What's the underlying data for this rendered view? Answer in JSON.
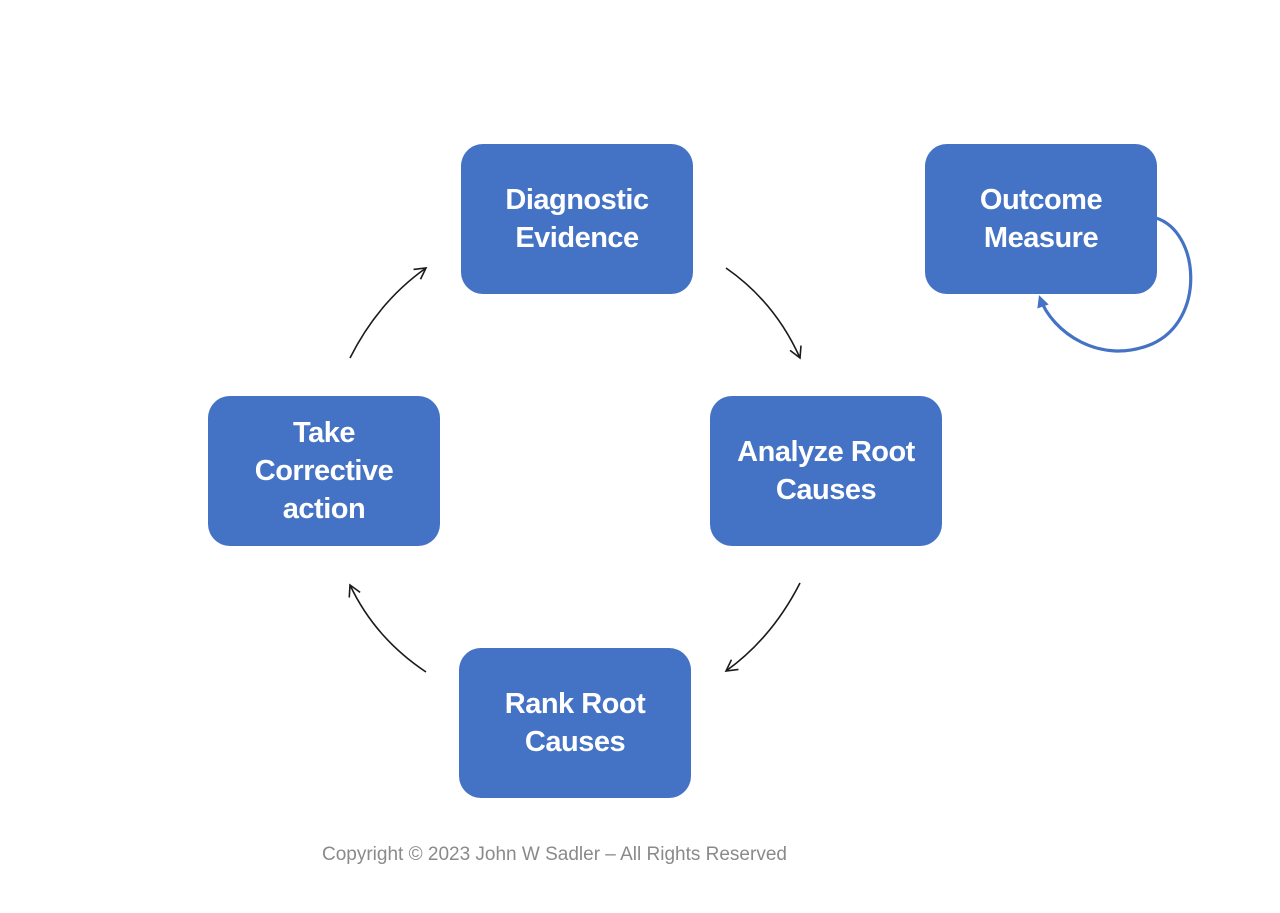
{
  "diagram": {
    "node_color": "#4472C4",
    "node_text_color": "#FFFFFF",
    "cycle_arrow_color": "#1A1A1A",
    "loop_arrow_color": "#4472C4",
    "nodes": {
      "diagnostic": "Diagnostic\nEvidence",
      "analyze": "Analyze Root\nCauses",
      "rank": "Rank Root\nCauses",
      "take": "Take\nCorrective\naction",
      "outcome": "Outcome\nMeasure"
    },
    "cycle_order": [
      "diagnostic",
      "analyze",
      "rank",
      "take"
    ],
    "self_loop": "outcome"
  },
  "footer": {
    "copyright": "Copyright © 2023 John W Sadler – All Rights Reserved"
  }
}
